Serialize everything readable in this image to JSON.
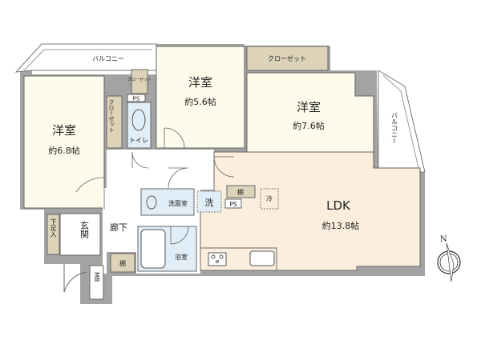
{
  "colors": {
    "wall": "#a3a3a3",
    "bedroom": "#fdfbea",
    "ldk": "#fbeedd",
    "wet_area": "#e1eef8",
    "storage": "#ddd3b8",
    "hallway": "#ffffff"
  },
  "rooms": {
    "western_room_1": {
      "name": "洋室",
      "size": "約6.8帖"
    },
    "western_room_2": {
      "name": "洋室",
      "size": "約5.6帖"
    },
    "western_room_3": {
      "name": "洋室",
      "size": "約7.6帖"
    },
    "ldk": {
      "name": "LDK",
      "size": "約13.8帖"
    },
    "toilet": {
      "name": "トイレ"
    },
    "washroom": {
      "name": "洗面室",
      "washer": "洗"
    },
    "bathroom": {
      "name": "浴室"
    },
    "hallway": {
      "name": "廊下"
    },
    "entrance": {
      "name": "玄関"
    },
    "shoe_closet": {
      "name": "下足入"
    },
    "meter_box": {
      "name": "MB"
    }
  },
  "storage": {
    "closet_left": "クローゼット",
    "closet_small": "クローゼット",
    "closet_top": "クローゼット",
    "shelf_hall": "棚",
    "shelf_kitchen": "棚",
    "ps_toilet": "PS",
    "ps_kitchen": "PS",
    "fridge": "冷"
  },
  "balconies": {
    "top": "バルコニー",
    "right": "バルコニー"
  },
  "compass": {
    "label": "N"
  }
}
